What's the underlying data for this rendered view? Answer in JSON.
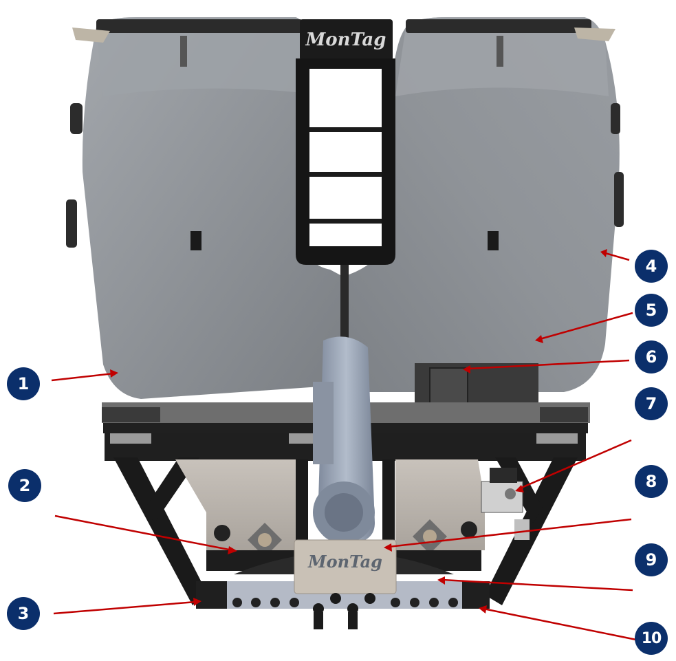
{
  "brand": {
    "logo_text": "MonTag",
    "colors": {
      "callout": "#0b2f6b",
      "leader": "#c00000",
      "hopper": "#8d9196",
      "frame": "#1e1e1e",
      "blower": "#9aa6b8"
    }
  },
  "callouts": [
    {
      "id": 1,
      "label": "1"
    },
    {
      "id": 2,
      "label": "2"
    },
    {
      "id": 3,
      "label": "3"
    },
    {
      "id": 4,
      "label": "4"
    },
    {
      "id": 5,
      "label": "5"
    },
    {
      "id": 6,
      "label": "6"
    },
    {
      "id": 7,
      "label": "7"
    },
    {
      "id": 8,
      "label": "8"
    },
    {
      "id": 9,
      "label": "9"
    },
    {
      "id": 10,
      "label": "10"
    }
  ]
}
